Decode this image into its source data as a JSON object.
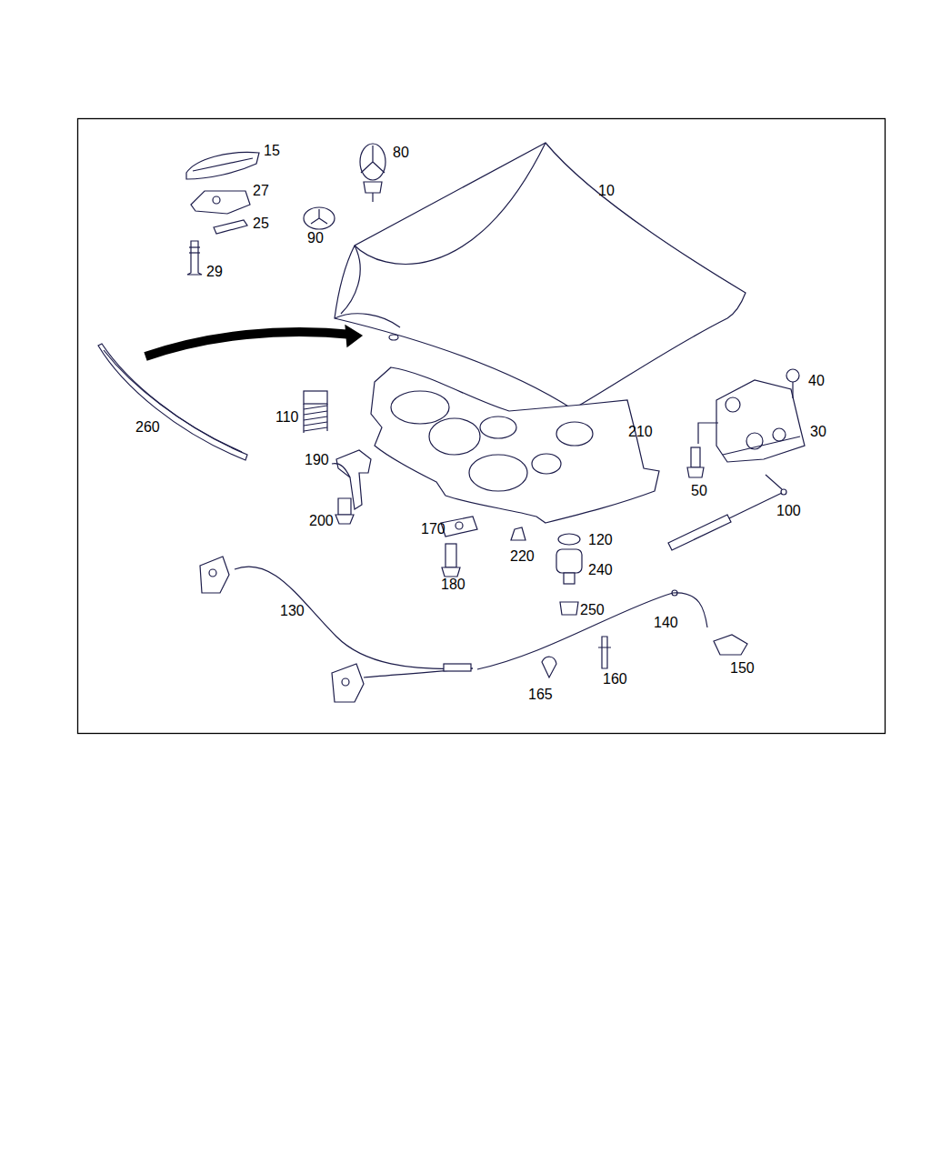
{
  "diagram": {
    "labels": [
      "15",
      "80",
      "10",
      "27",
      "25",
      "90",
      "29",
      "40",
      "110",
      "260",
      "210",
      "30",
      "190",
      "50",
      "100",
      "200",
      "170",
      "120",
      "220",
      "240",
      "180",
      "250",
      "130",
      "140",
      "150",
      "160",
      "165"
    ]
  }
}
